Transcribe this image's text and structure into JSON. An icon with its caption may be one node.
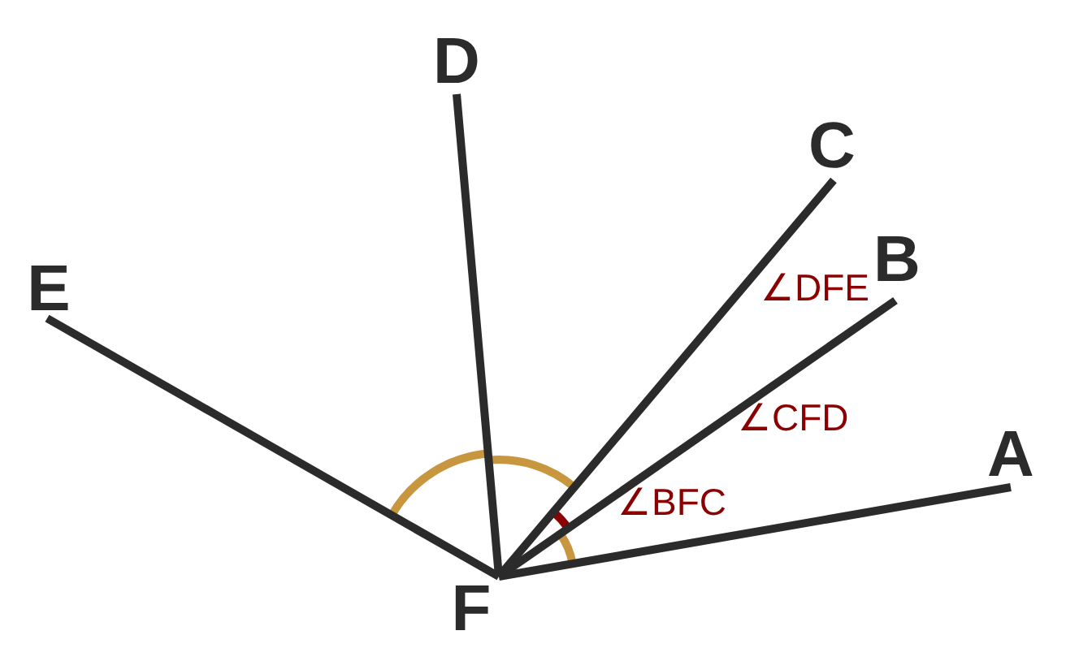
{
  "diagram": {
    "nodes": [
      {
        "text": [
          "D"
        ]
      },
      {
        "text": [
          "C"
        ]
      },
      {
        "text": [
          "B"
        ]
      },
      {
        "text": [
          "E"
        ]
      },
      {
        "text": [
          "A"
        ]
      },
      {
        "text": [
          "F"
        ]
      }
    ],
    "edges": [
      {
        "from": 5,
        "to": 4,
        "arrow": "none"
      },
      {
        "from": 5,
        "to": 2,
        "arrow": "none"
      },
      {
        "from": 5,
        "to": 1,
        "arrow": "none"
      },
      {
        "from": 5,
        "to": 0,
        "arrow": "none"
      },
      {
        "from": 5,
        "to": 3,
        "arrow": "none"
      }
    ],
    "labels": [
      "∠DFE",
      "∠CFD",
      "∠BFC"
    ]
  }
}
